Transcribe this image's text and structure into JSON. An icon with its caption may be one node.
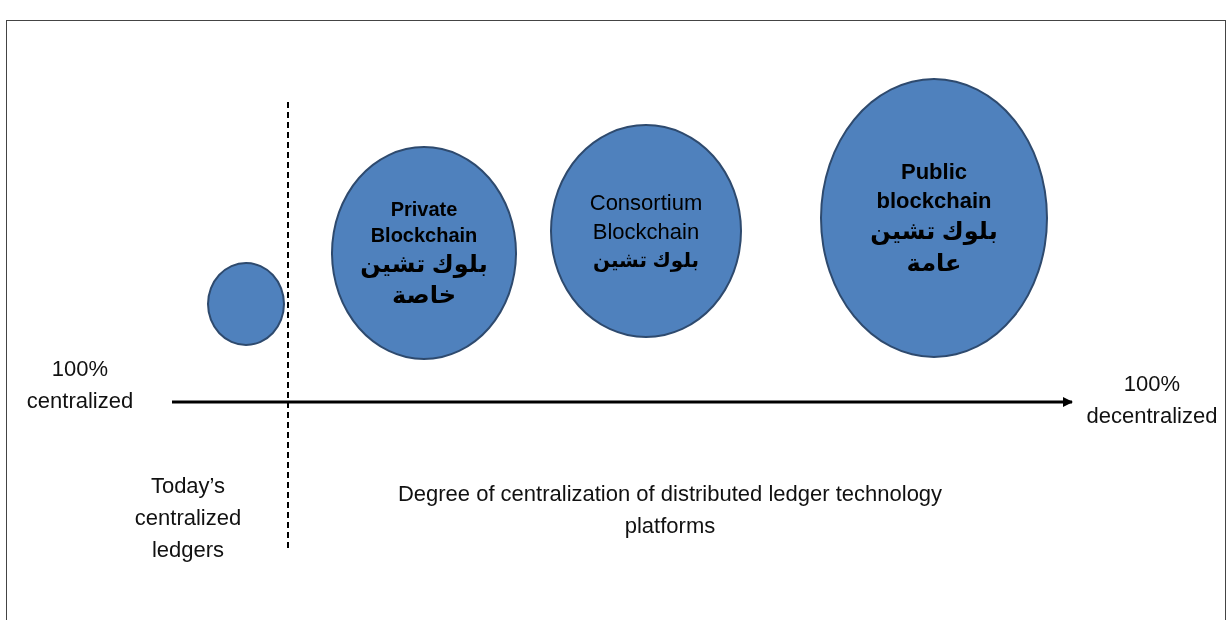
{
  "diagram": {
    "nodes": [
      {
        "text": [
          "100% centralized"
        ]
      },
      {
        "text": [
          "100% decentralized"
        ]
      },
      {
        "text": [],
        "shape": "circle"
      },
      {
        "text": [
          "Private Blockchain",
          "بلوك تشين خاصة"
        ]
      },
      {
        "text": [
          "Consortium Blockchain",
          "بلوك تشين"
        ]
      },
      {
        "text": [
          "Public blockchain",
          "بلوك تشين عامة"
        ]
      }
    ],
    "edges": [
      {
        "from": 0,
        "to": 1,
        "arrow": "to"
      }
    ],
    "labels": [
      "Today’s centralized ledgers",
      "Degree of centralization of distributed ledger technology platforms"
    ]
  }
}
